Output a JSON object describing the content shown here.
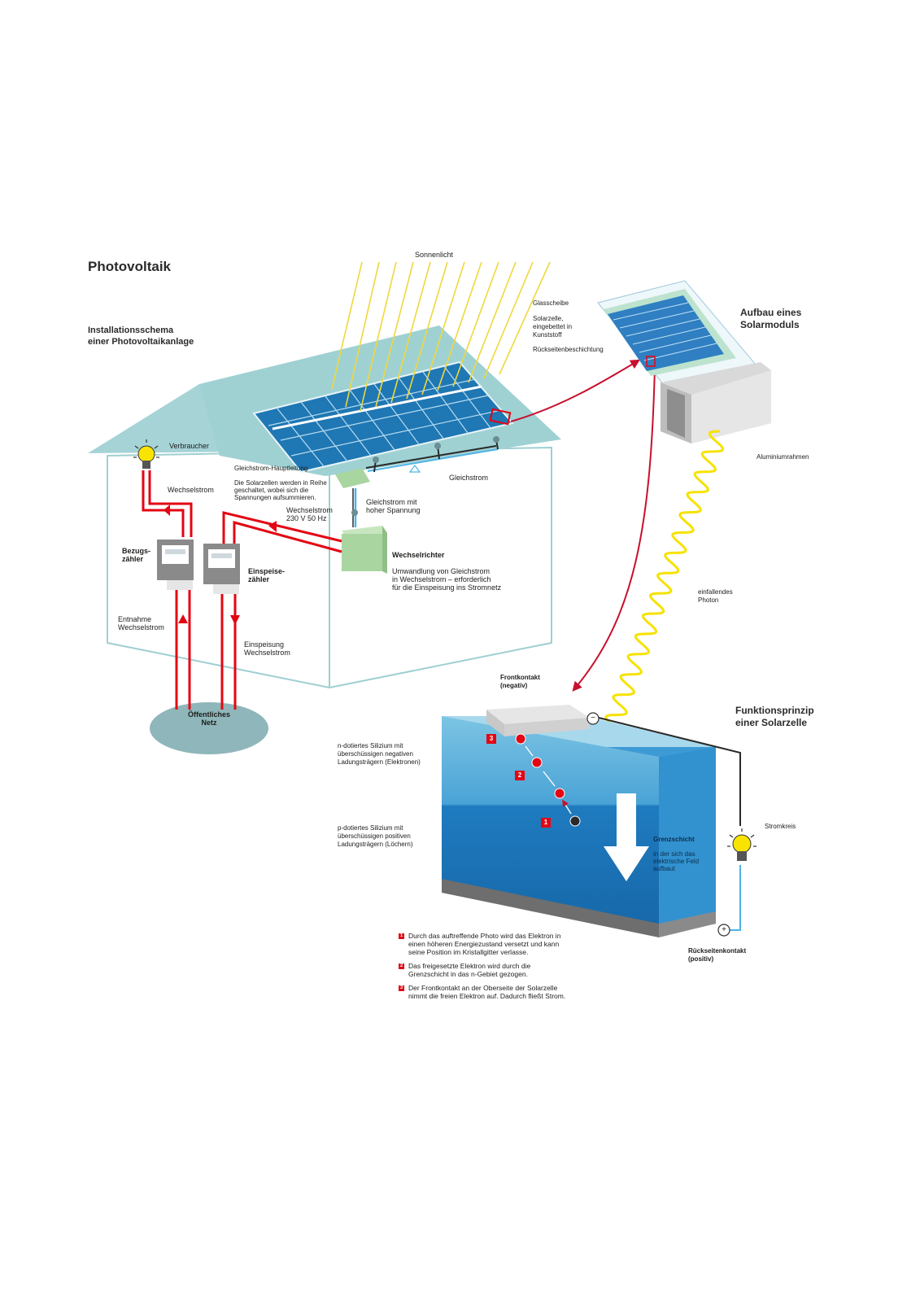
{
  "title": "Photovoltaik",
  "install_heading": "Installationsschema\neiner Photovoltaikanlage",
  "module_heading": "Aufbau eines\nSolarmoduls",
  "cell_heading": "Funktionsprinzip\neiner Solarzelle",
  "labels": {
    "sonnenlicht": "Sonnenlicht",
    "verbraucher": "Verbraucher",
    "wechselstrom": "Wechselstrom",
    "gleichstrom_hauptleitung_title": "Gleichstrom-Hauptleitung",
    "gleichstrom_hauptleitung_text": "Die Solarzellen werden in Reihe\ngeschaltet, wobei sich die\nSpannungen aufsummieren.",
    "gleichstrom": "Gleichstrom",
    "gleichstrom_hoch": "Gleichstrom mit\nhoher Spannung",
    "wechselstrom_230": "Wechselstrom\n230 V 50 Hz",
    "wechselrichter_title": "Wechselrichter",
    "wechselrichter_text": "Umwandlung von Gleichstrom\nin Wechselstrom – erforderlich\nfür die Einspeisung ins Stromnetz",
    "bezugszaehler": "Bezugs-\nzähler",
    "einspeisezaehler": "Einspeise-\nzähler",
    "entnahme": "Entnahme\nWechselstrom",
    "einspeisung": "Einspeisung\nWechselstrom",
    "netz": "Öffentliches\nNetz",
    "glasscheibe": "Glasscheibe",
    "solarzelle": "Solarzelle,\neingebettet in\nKunststoff",
    "rueckseitenbeschichtung": "Rückseitenbeschichtung",
    "aluminiumrahmen": "Aluminiumrahmen",
    "photon": "einfallendes\nPhoton",
    "frontkontakt": "Frontkontakt\n(negativ)",
    "n_silizium": "n-dotiertes Silizium mit\nüberschüssigen negativen\nLadungsträgern (Elektronen)",
    "p_silizium": "p-dotiertes Silizium mit\nüberschüssigen positiven\nLadungsträgern (Löchern)",
    "stromkreis": "Stromkreis",
    "grenzschicht_title": "Grenzschicht",
    "grenzschicht_text": "in der sich das\nelektrische Feld\naufbaut",
    "rueckseitenkontakt": "Rückseitenkontakt\n(positiv)",
    "num1": "1",
    "num2": "2",
    "num3": "3",
    "minus": "−",
    "plus": "+"
  },
  "legend": [
    {
      "num": "1",
      "text": "Durch das auftreffende Photo wird das Elektron in\neinen höheren Energiezustand versetzt und kann\nseine Position im Kristallgitter verlasse."
    },
    {
      "num": "2",
      "text": "Das freigesetzte Elektron wird durch die\nGrenzschicht in das n-Gebiet gezogen."
    },
    {
      "num": "3",
      "text": "Der Frontkontakt an der Oberseite der Solarzelle\nnimmt die freien Elektron auf. Dadurch fließt Strom."
    }
  ],
  "colors": {
    "red": "#e30613",
    "wall": "#ffffff",
    "roof": "#9fd1d3",
    "panel": "#2e86c1",
    "inverter": "#a9d5a0",
    "sun": "#f5e000",
    "cell_top": "#64b4d9",
    "cell_bottom": "#1f78b4",
    "ground": "#8cb3b7"
  }
}
